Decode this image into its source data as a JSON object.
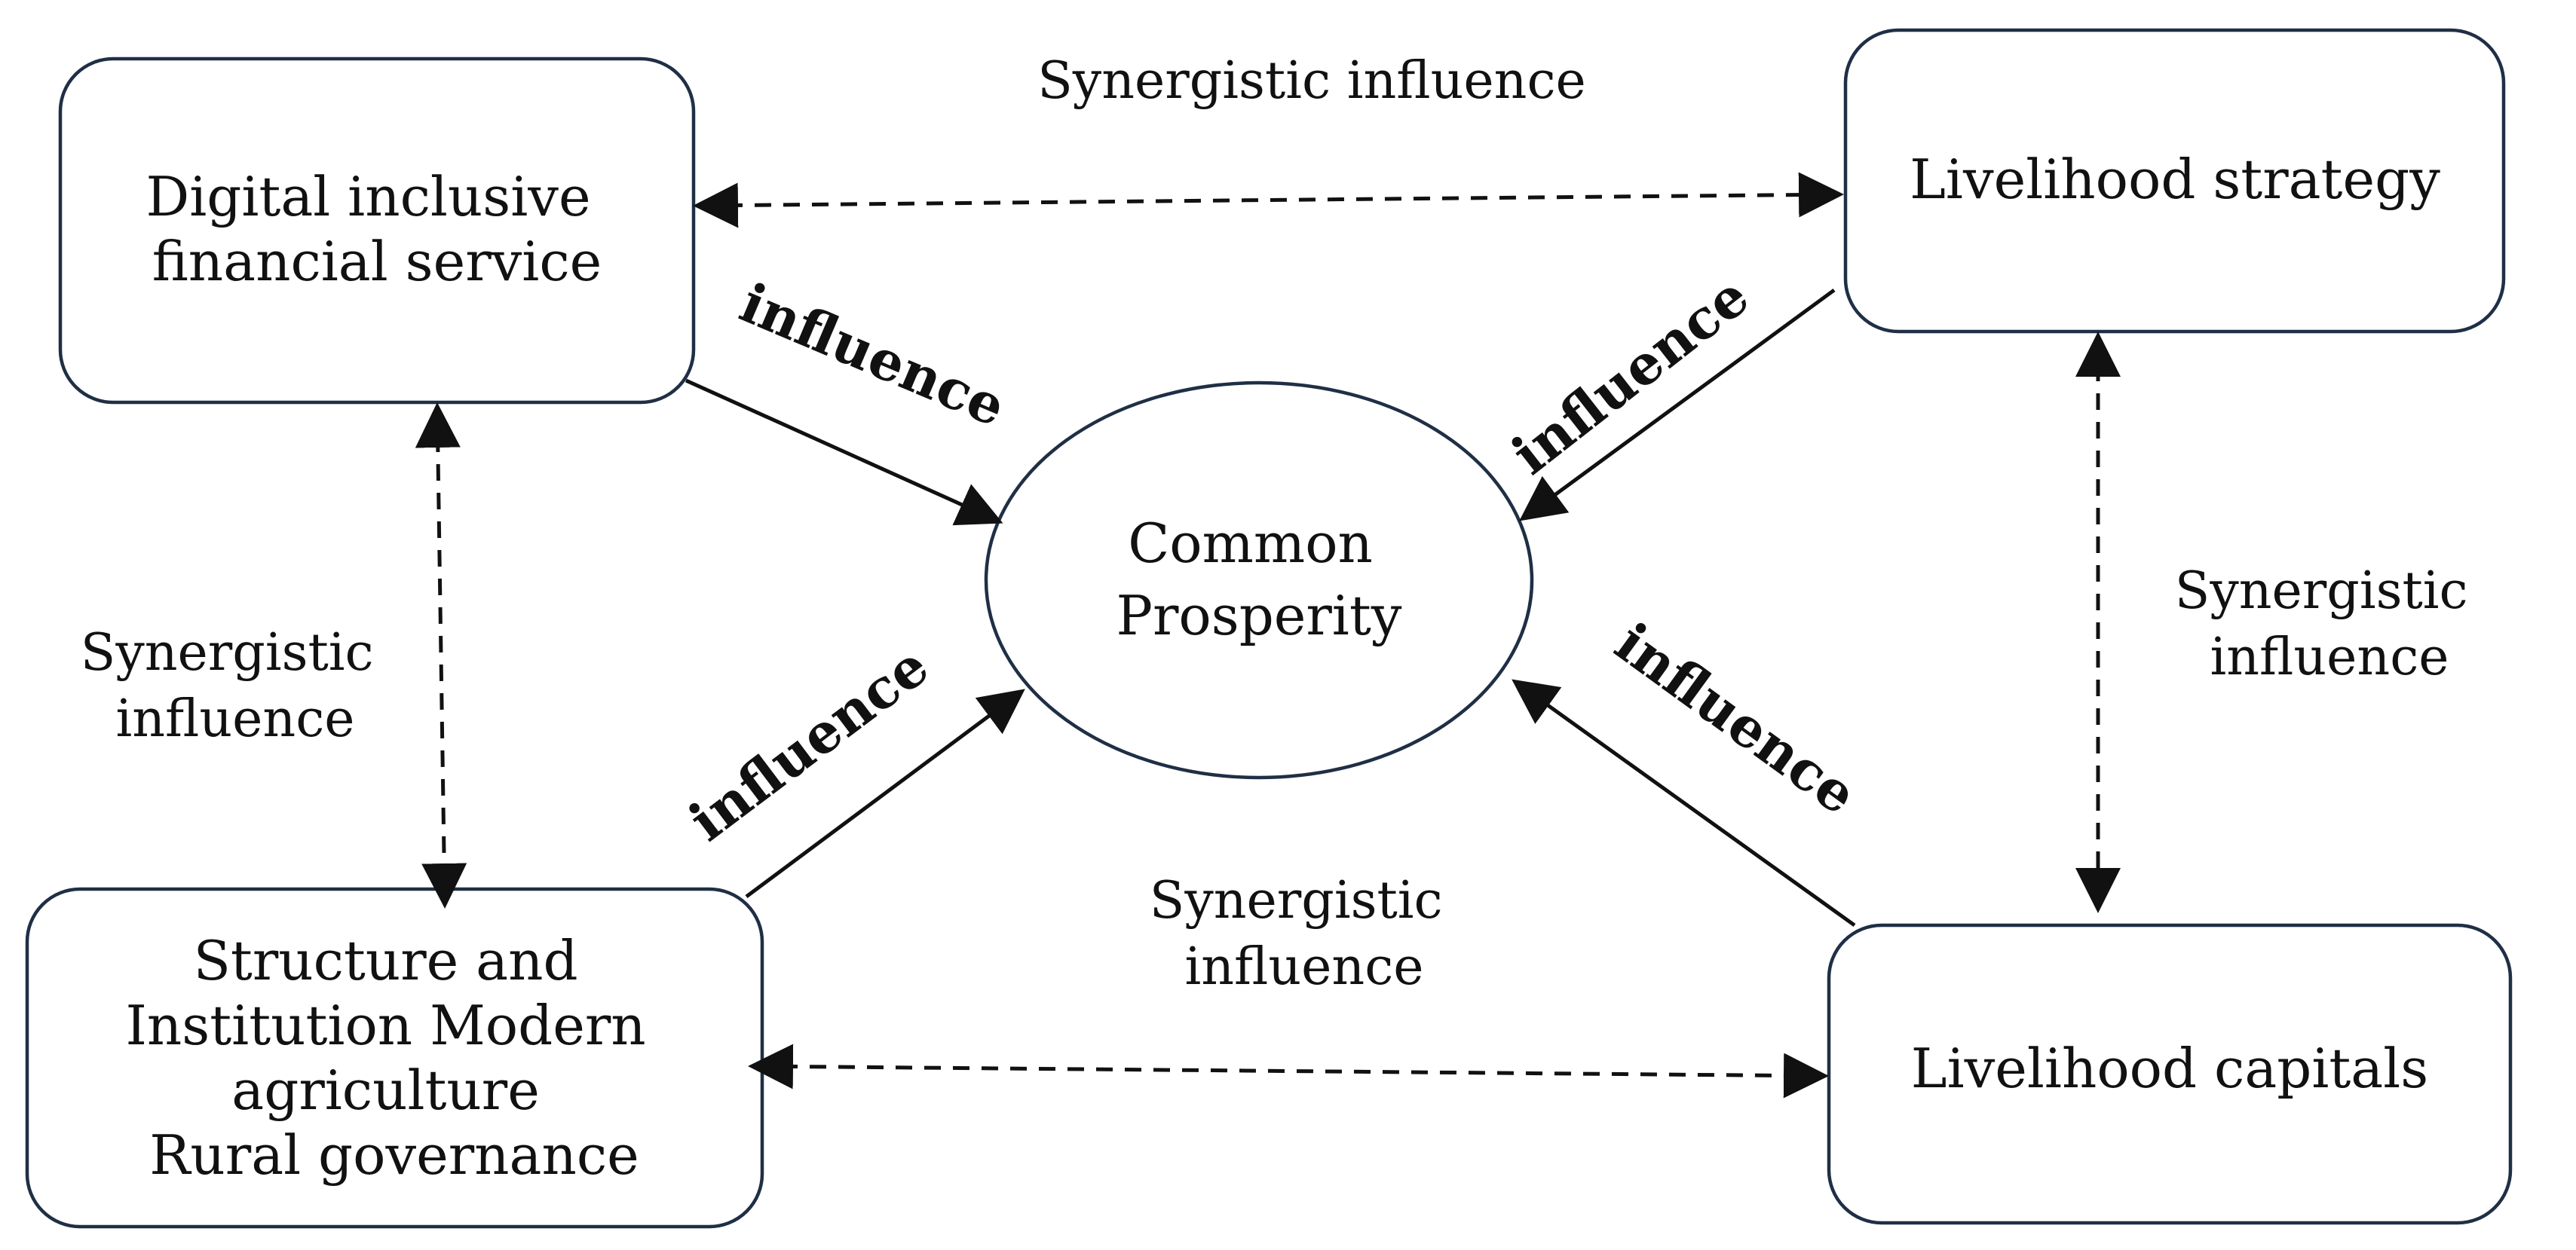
{
  "nodes": {
    "digital": {
      "lines": [
        "Digital inclusive",
        "financial service"
      ]
    },
    "livelihood_strategy": {
      "lines": [
        "Livelihood strategy"
      ]
    },
    "common_prosperity": {
      "lines": [
        "Common",
        "Prosperity"
      ]
    },
    "structure": {
      "lines": [
        "Structure and",
        "Institution Modern",
        "agriculture",
        "Rural governance"
      ]
    },
    "livelihood_capitals": {
      "lines": [
        "Livelihood capitals"
      ]
    }
  },
  "edges": {
    "top_synergy": {
      "label": [
        "Synergistic influence"
      ]
    },
    "bottom_synergy": {
      "label": [
        "Synergistic",
        "influence"
      ]
    },
    "left_synergy": {
      "label": [
        "Synergistic",
        "influence"
      ]
    },
    "right_synergy": {
      "label": [
        "Synergistic",
        "influence"
      ]
    },
    "digital_to_cp": {
      "label": "influence"
    },
    "strategy_to_cp": {
      "label": "influence"
    },
    "structure_to_cp": {
      "label": "influence"
    },
    "capitals_to_cp": {
      "label": "influence"
    }
  }
}
